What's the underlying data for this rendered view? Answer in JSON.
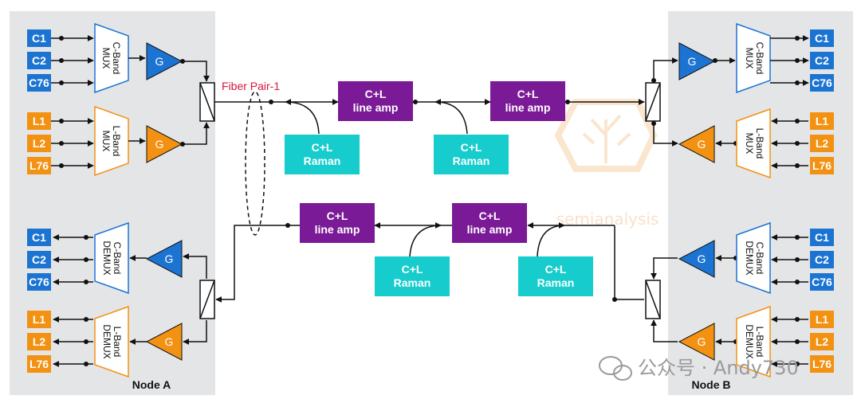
{
  "colors": {
    "c_band": "#1c74d2",
    "l_band": "#f39212",
    "line_amp": "#7a1a96",
    "raman": "#16cccc",
    "node_bg": "#e4e5e7",
    "fiber_label": "#d8143a"
  },
  "node_a": {
    "label": "Node A"
  },
  "node_b": {
    "label": "Node B"
  },
  "fiber_label": "Fiber Pair-1",
  "gain_label": "G",
  "c_channels": [
    "C1",
    "C2",
    "C76"
  ],
  "l_channels": [
    "L1",
    "L2",
    "L76"
  ],
  "mux": {
    "c_mux": [
      "C-Band",
      "MUX"
    ],
    "l_mux": [
      "L-Band",
      "MUX"
    ],
    "c_demux": [
      "C-Band",
      "DEMUX"
    ],
    "l_demux": [
      "L-Band",
      "DEMUX"
    ]
  },
  "line_amp": [
    "C+L",
    "line amp"
  ],
  "raman": [
    "C+L",
    "Raman"
  ],
  "watermark": {
    "logo_text": "semianalysis",
    "account": "公众号 · Andy730",
    "icon": "wechat-icon"
  }
}
